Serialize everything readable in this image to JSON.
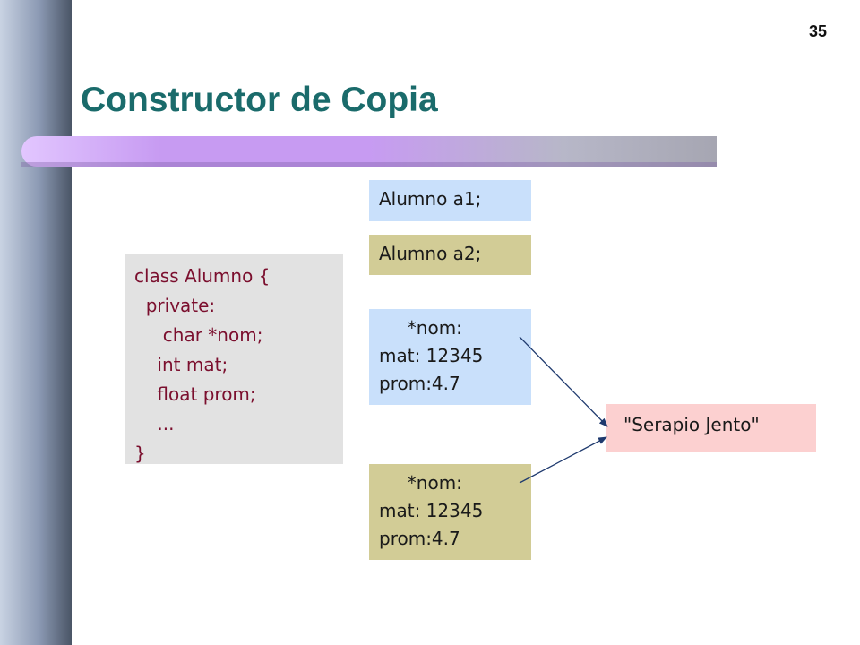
{
  "slide": {
    "page_number": "35",
    "title": "Constructor de Copia"
  },
  "class_def": {
    "lines": [
      "class Alumno {",
      "  private:",
      "     char *nom;",
      "    int mat;",
      "    float prom;",
      "    ...",
      "}"
    ]
  },
  "declarations": {
    "a1": "Alumno a1;",
    "a2": "Alumno a2;"
  },
  "objects": [
    {
      "nom": "     *nom:",
      "mat": "mat: 12345",
      "prom": "prom:4.7"
    },
    {
      "nom": "     *nom:",
      "mat": "mat: 12345",
      "prom": "prom:4.7"
    }
  ],
  "string_value": "\"Serapio Jento\"",
  "colors": {
    "title": "#1a6b6b",
    "code_text": "#7b0f2e",
    "a1_fill": "#c9e0fb",
    "a2_fill": "#d2cc96",
    "string_fill": "#fcd0d0",
    "arrow": "#1f3a6e"
  }
}
